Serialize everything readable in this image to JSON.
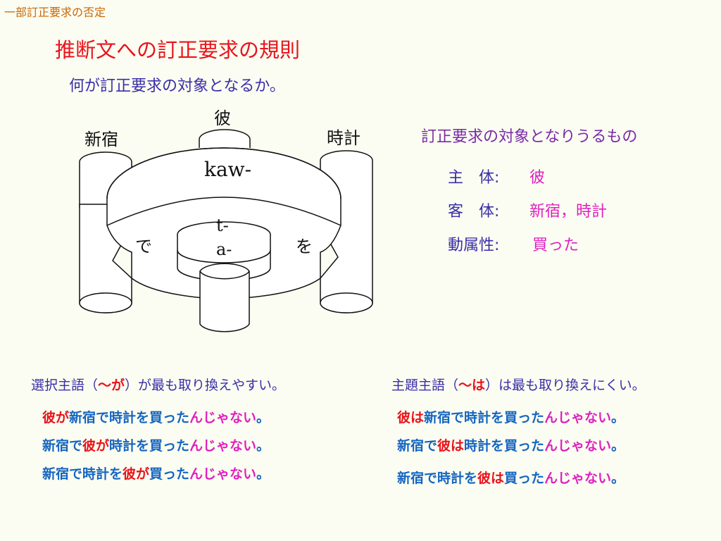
{
  "header": "一部訂正要求の否定",
  "title": "推断文への訂正要求の規則",
  "subtitle": "何が訂正要求の対象となるか。",
  "diagram": {
    "top_label": "彼",
    "left_label": "新宿",
    "right_label": "時計",
    "ring_label": "kaw-",
    "inner_label_1": "t-",
    "inner_label_2": "a-",
    "left_particle": "で",
    "right_particle": "を"
  },
  "info": {
    "title": "訂正要求の対象となりうるもの",
    "rows": [
      {
        "label": "主　体:",
        "value": "彼"
      },
      {
        "label": "客　体:",
        "value": "新宿，時計"
      },
      {
        "label": "動属性:",
        "value": "買った"
      }
    ]
  },
  "left_section": {
    "heading_pre": "選択主語（",
    "heading_hl": "～が",
    "heading_post": "）が最も取り換えやすい。",
    "examples": [
      [
        {
          "t": "彼が",
          "c": "red"
        },
        {
          "t": "新宿で時計を買った",
          "c": "blue"
        },
        {
          "t": "んじゃない",
          "c": "mag"
        },
        {
          "t": "。",
          "c": "blue"
        }
      ],
      [
        {
          "t": "新宿で",
          "c": "blue"
        },
        {
          "t": "彼が",
          "c": "red"
        },
        {
          "t": "時計を買った",
          "c": "blue"
        },
        {
          "t": "んじゃない",
          "c": "mag"
        },
        {
          "t": "。",
          "c": "blue"
        }
      ],
      [
        {
          "t": "新宿で時計を",
          "c": "blue"
        },
        {
          "t": "彼が",
          "c": "red"
        },
        {
          "t": "買った",
          "c": "blue"
        },
        {
          "t": "んじゃない",
          "c": "mag"
        },
        {
          "t": "。",
          "c": "blue"
        }
      ]
    ]
  },
  "right_section": {
    "heading_pre": "主題主語（",
    "heading_hl": "～は",
    "heading_post": "）は最も取り換えにくい。",
    "examples": [
      [
        {
          "t": "彼は",
          "c": "red"
        },
        {
          "t": "新宿で時計を買った",
          "c": "blue"
        },
        {
          "t": "んじゃない",
          "c": "mag"
        },
        {
          "t": "。",
          "c": "blue"
        }
      ],
      [
        {
          "t": "新宿で",
          "c": "blue"
        },
        {
          "t": "彼は",
          "c": "red"
        },
        {
          "t": "時計を買った",
          "c": "blue"
        },
        {
          "t": "んじゃない",
          "c": "mag"
        },
        {
          "t": "。",
          "c": "blue"
        }
      ],
      [
        {
          "t": "新宿で時計を",
          "c": "blue"
        },
        {
          "t": "彼は",
          "c": "red"
        },
        {
          "t": "買った",
          "c": "blue"
        },
        {
          "t": "んじゃない",
          "c": "mag"
        },
        {
          "t": "。",
          "c": "blue"
        }
      ]
    ]
  }
}
